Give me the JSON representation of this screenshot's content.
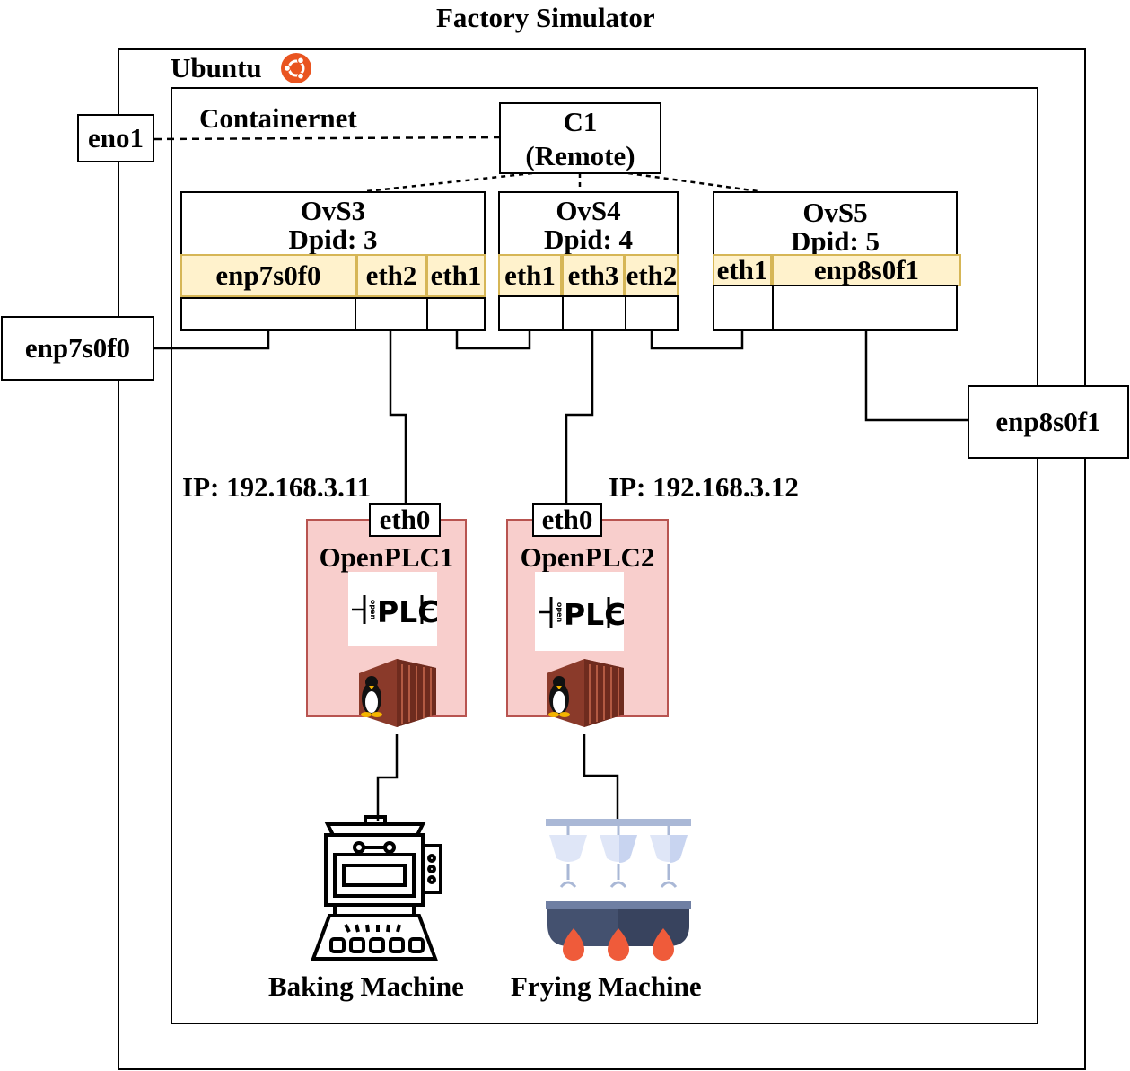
{
  "title": "Factory Simulator",
  "host": {
    "label": "Ubuntu",
    "logo": "ubuntu-logo-icon",
    "accent": "#e95420"
  },
  "net": {
    "label": "Containernet"
  },
  "external": {
    "eno1": "eno1",
    "enp7s0f0": "enp7s0f0",
    "enp8s0f1": "enp8s0f1"
  },
  "controller": {
    "name": "C1",
    "type": "(Remote)"
  },
  "switches": [
    {
      "name": "OvS3",
      "dpid": "Dpid: 3",
      "ports": [
        "enp7s0f0",
        "eth2",
        "eth1"
      ]
    },
    {
      "name": "OvS4",
      "dpid": "Dpid: 4",
      "ports": [
        "eth1",
        "eth3",
        "eth2"
      ]
    },
    {
      "name": "OvS5",
      "dpid": "Dpid: 5",
      "ports": [
        "eth1",
        "enp8s0f1"
      ]
    }
  ],
  "plcs": [
    {
      "name": "OpenPLC1",
      "ip": "IP: 192.168.3.11",
      "iface": "eth0",
      "logo_text": "PLC",
      "logo_small": "open"
    },
    {
      "name": "OpenPLC2",
      "ip": "IP: 192.168.3.12",
      "iface": "eth0",
      "logo_text": "PLC",
      "logo_small": "open"
    }
  ],
  "machines": [
    {
      "name": "Baking Machine",
      "icon": "oven-icon"
    },
    {
      "name": "Frying Machine",
      "icon": "fryer-icon"
    }
  ],
  "colors": {
    "port_fill": "#fff2cc",
    "port_border": "#d6b656",
    "plc_fill": "#f8cecc",
    "plc_border": "#b85450"
  }
}
